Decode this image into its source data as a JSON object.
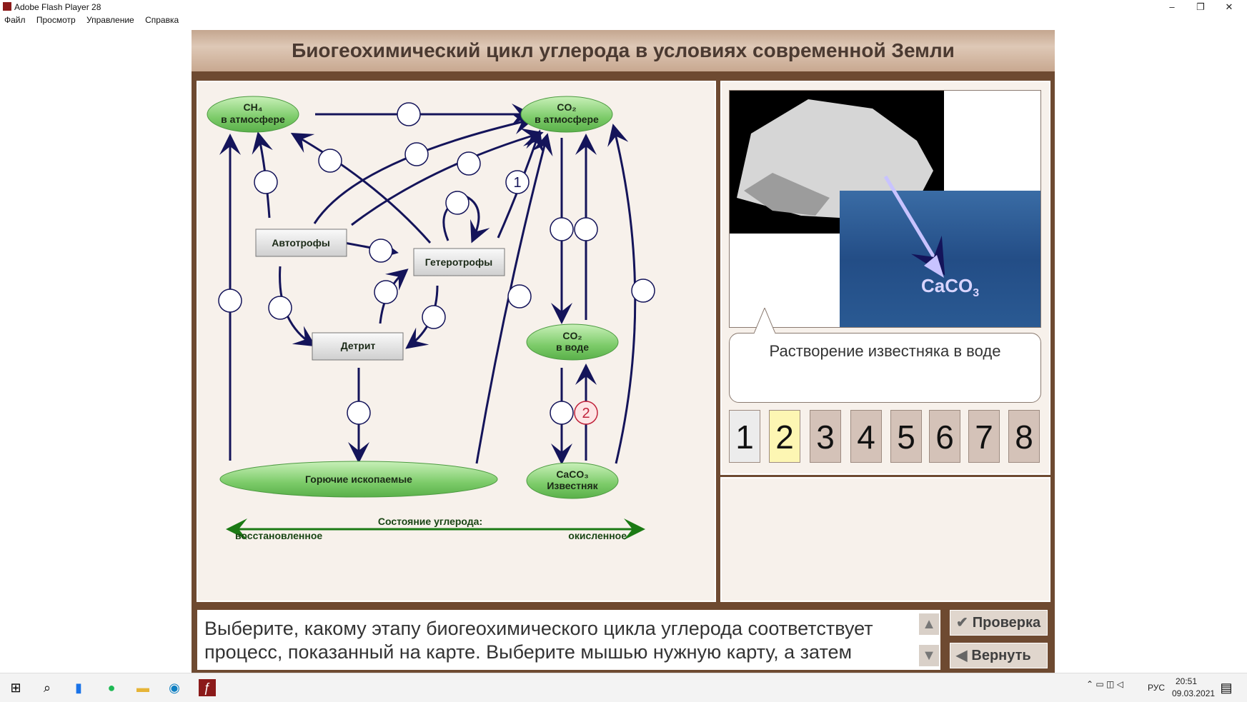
{
  "window": {
    "title": "Adobe Flash Player 28",
    "minimize": "–",
    "maximize": "❐",
    "close": "✕"
  },
  "menu": [
    "Файл",
    "Просмотр",
    "Управление",
    "Справка"
  ],
  "banner": {
    "title": "Биогеохимический цикл углерода в условиях современной Земли"
  },
  "diagram": {
    "nodes": {
      "ch4": [
        "CH₄",
        "в атмосфере"
      ],
      "co2atm": [
        "CO₂",
        "в атмосфере"
      ],
      "co2water": [
        "CO₂",
        "в воде"
      ],
      "caco3": [
        "CaCO₃",
        "Известняк"
      ],
      "fossil": "Горючие ископаемые",
      "autotrophs": "Автотрофы",
      "heterotrophs": "Гетеротрофы",
      "detritus": "Детрит"
    },
    "markers": {
      "m1": "1",
      "m2": "2"
    },
    "state": {
      "title": "Состояние углерода:",
      "left": "восстановленное",
      "right": "окисленное"
    }
  },
  "photo": {
    "label": "CaCO",
    "sub": "3"
  },
  "caption": "Растворение известняка в воде",
  "cards": [
    {
      "label": "1",
      "bg": "#ececec"
    },
    {
      "label": "2",
      "bg": "#fdf6b3"
    },
    {
      "label": "3",
      "bg": "#d4c2b8"
    },
    {
      "label": "4",
      "bg": "#d4c2b8"
    },
    {
      "label": "5",
      "bg": "#d4c2b8"
    },
    {
      "label": "6",
      "bg": "#d4c2b8"
    },
    {
      "label": "7",
      "bg": "#d4c2b8"
    },
    {
      "label": "8",
      "bg": "#d4c2b8"
    }
  ],
  "question": "Выберите, какому этапу биогеохимического цикла углерода соответствует процесс, показанный на карте. Выберите мышью нужную карту, а затем",
  "buttons": {
    "check": "Проверка",
    "back": "Вернуть",
    "up": "▲",
    "down": "▼"
  },
  "taskbar": {
    "lang": "РУС",
    "time": "20:51",
    "date": "09.03.2021"
  },
  "colors": {
    "arrow": "#14145a",
    "node_green": "#8fd37f",
    "stage": "#6e4a31"
  }
}
